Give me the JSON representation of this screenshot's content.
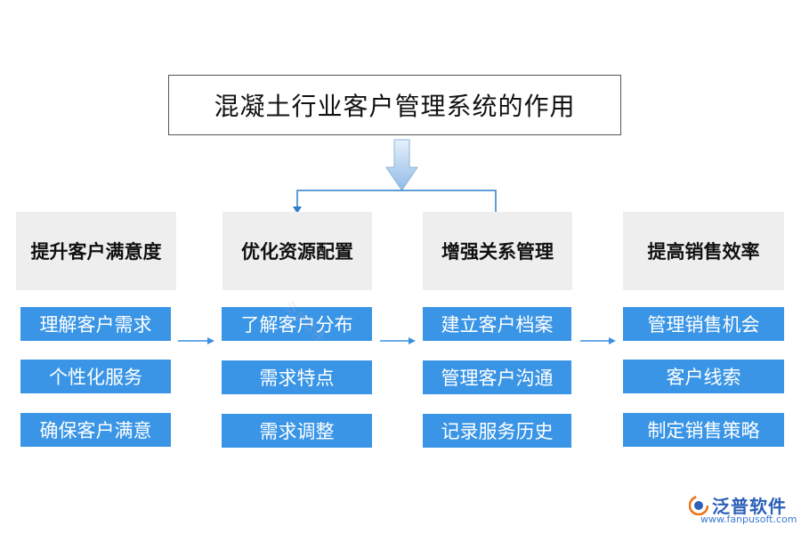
{
  "title": "混凝土行业客户管理系统的作用",
  "columns": [
    {
      "header": "提升客户满意度",
      "items": [
        "理解客户需求",
        "个性化服务",
        "确保客户满意"
      ]
    },
    {
      "header": "优化资源配置",
      "items": [
        "了解客户分布",
        "需求特点",
        "需求调整"
      ]
    },
    {
      "header": "增强关系管理",
      "items": [
        "建立客户档案",
        "管理客户沟通",
        "记录服务历史"
      ]
    },
    {
      "header": "提高销售效率",
      "items": [
        "管理销售机会",
        "客户线索",
        "制定销售策略"
      ]
    }
  ],
  "colors": {
    "item_fill": "#3a95e6",
    "header_fill": "#eeeeee",
    "connector": "#2f7fc8",
    "arrow": "#3a8fe0"
  },
  "watermark": "泛普软件",
  "logo": {
    "name": "泛普软件",
    "url": "www.fanpusoft.com",
    "icon": "fanpu-logo-icon"
  }
}
